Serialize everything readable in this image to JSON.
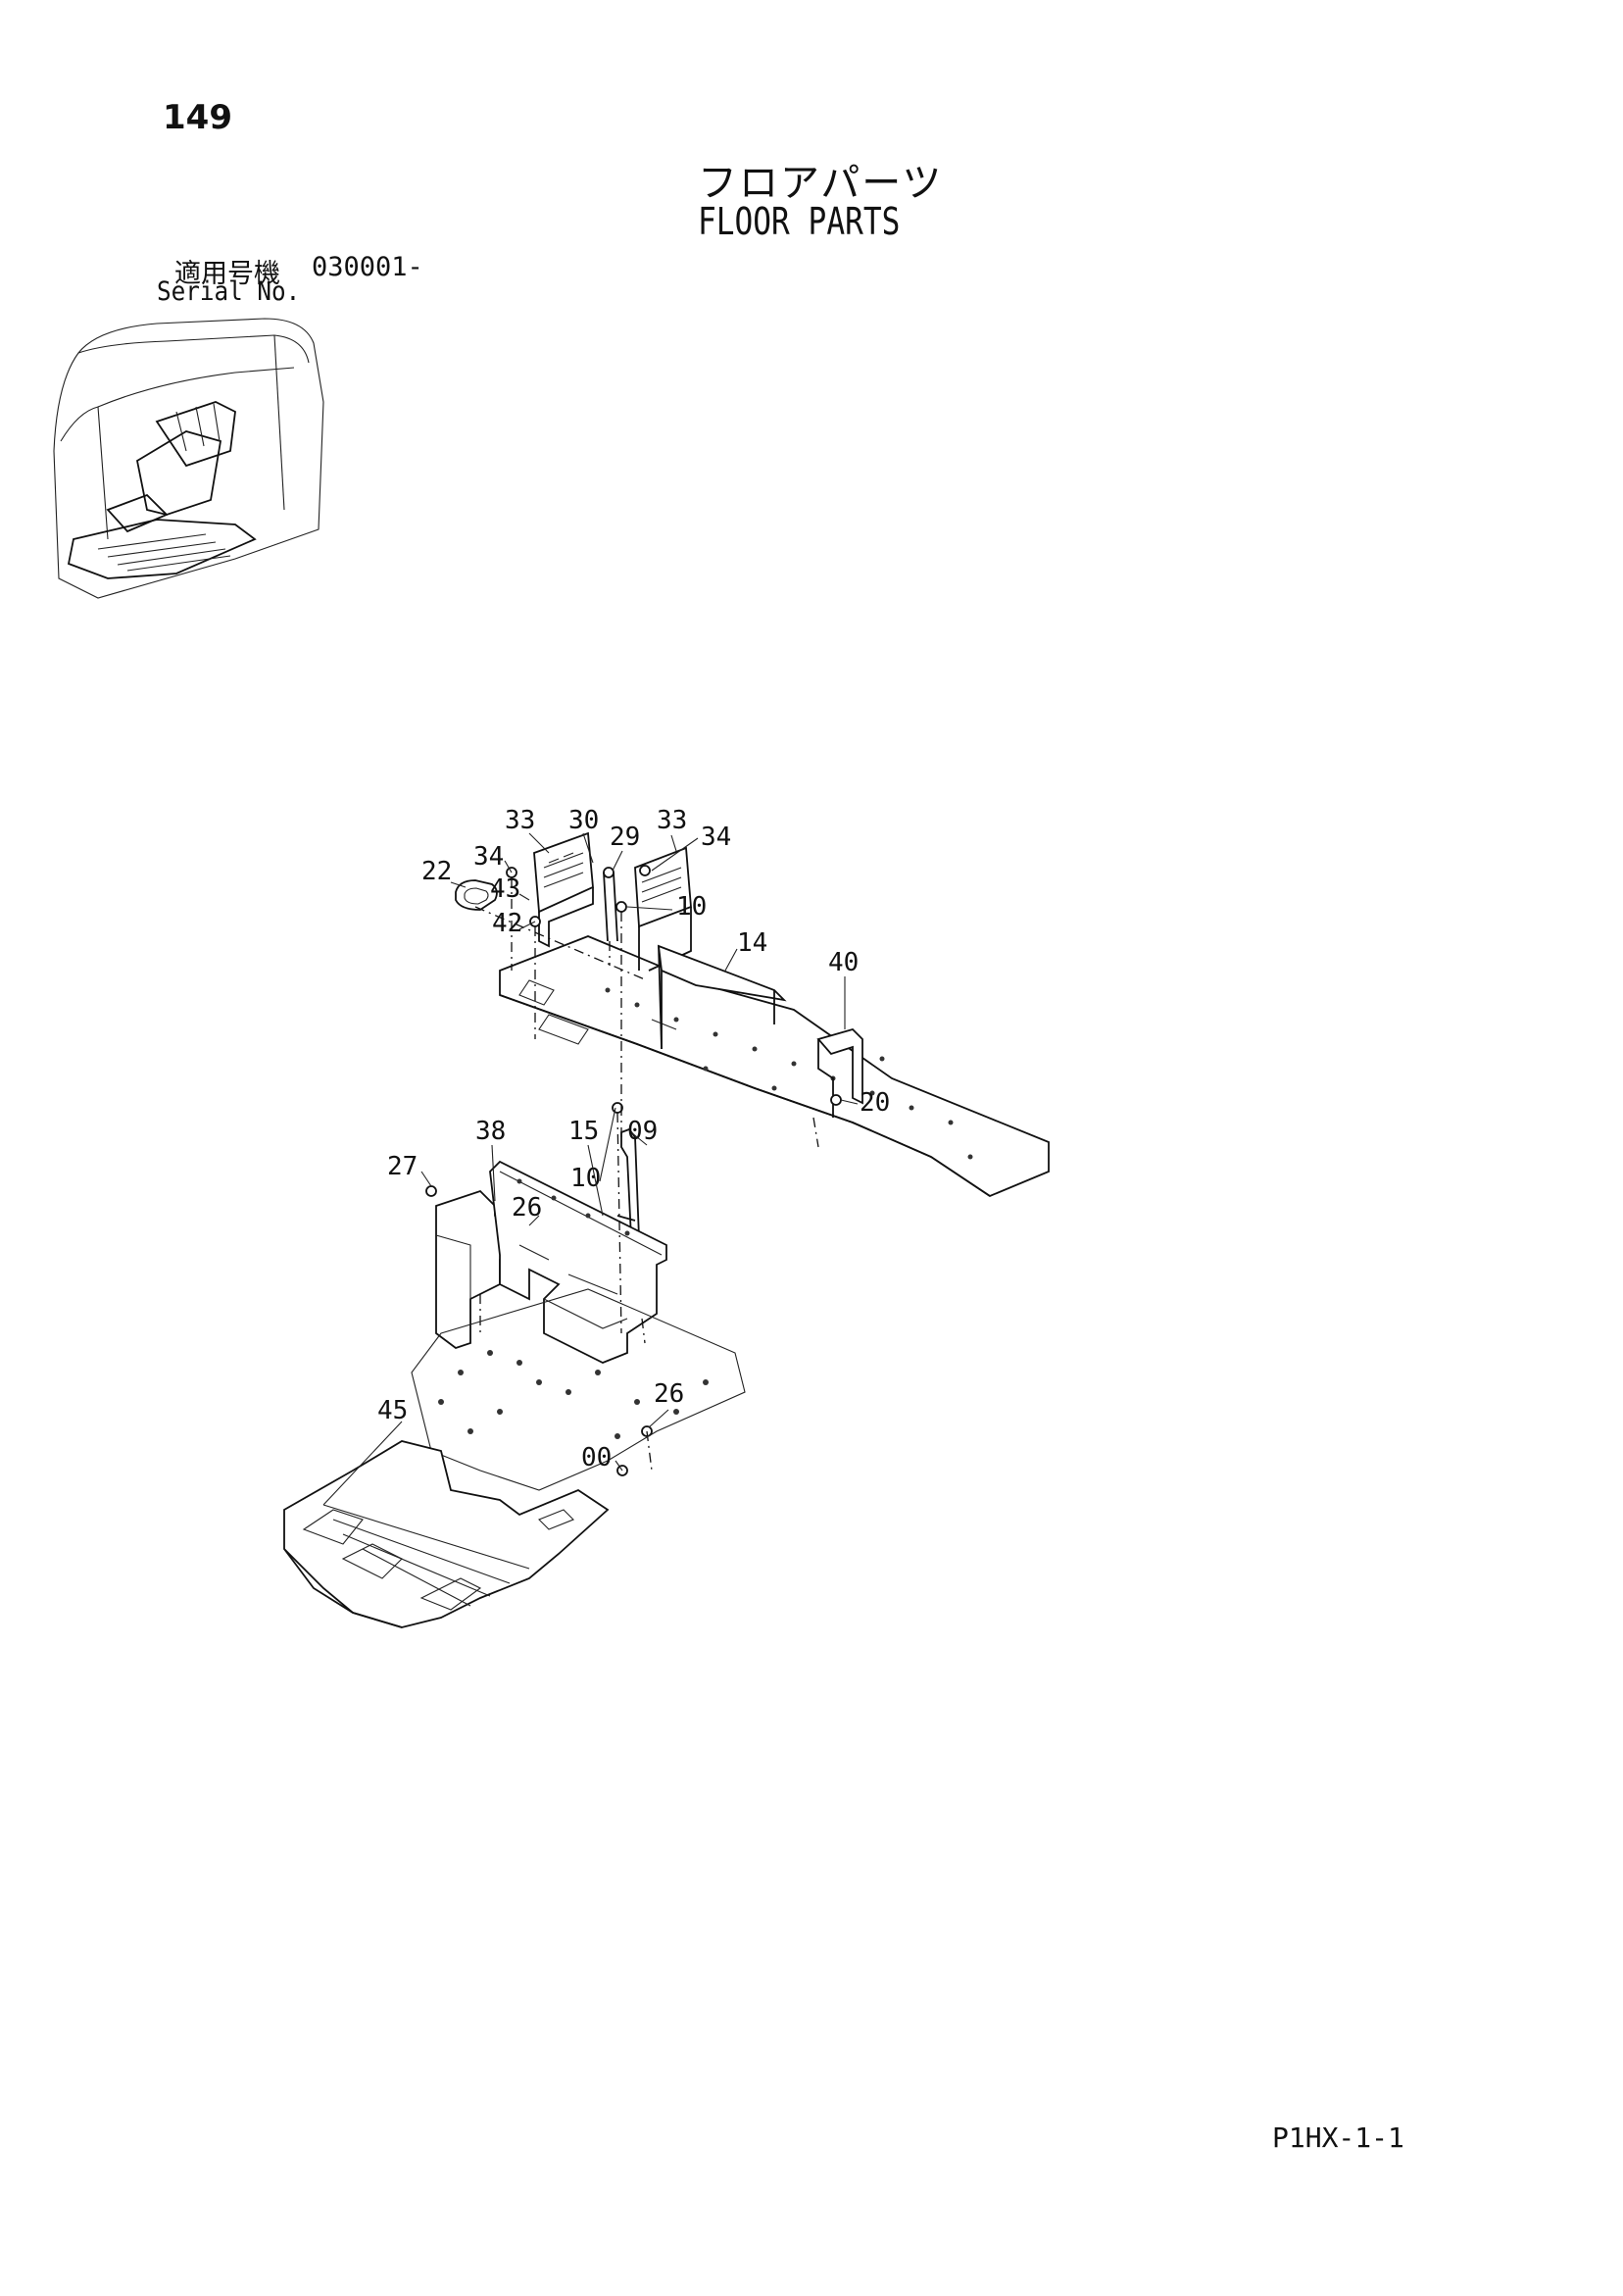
{
  "header": {
    "page_number": "149",
    "title_ja": "フロアパーツ",
    "title_en": "FLOOR PARTS",
    "serial_label_ja": "適用号機",
    "serial_value": "030001-",
    "serial_label_en": "Serial No."
  },
  "footer": {
    "code": "P1HX-1-1"
  },
  "diagram": {
    "callouts": [
      "33",
      "30",
      "29",
      "33",
      "34",
      "34",
      "22",
      "43",
      "10",
      "42",
      "14",
      "40",
      "20",
      "38",
      "15",
      "09",
      "27",
      "10",
      "26",
      "45",
      "26",
      "00"
    ]
  }
}
